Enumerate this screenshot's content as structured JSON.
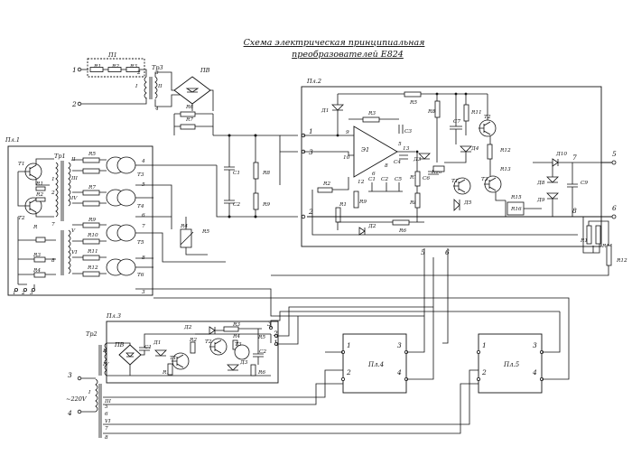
{
  "title": {
    "line1": "Схема электрическая принципиальная",
    "line2": "преобразователей Е824"
  },
  "blocks": {
    "pa1": "Пл.1",
    "pa2": "Пл.2",
    "pa3": "Пл.3",
    "pa4": "Пл.4",
    "pa5": "Пл.5"
  },
  "components": {
    "p1": "П1",
    "r1a": "R1",
    "r2a": "R2",
    "r3a": "R3",
    "tr3": "Тр3",
    "pv_top": "ПВ",
    "r6a": "R6",
    "r7a": "R7",
    "c1a": "C1",
    "c2a": "C2",
    "r8a": "R8",
    "r9a": "R9",
    "tr1": "Тр1",
    "t1": "T1",
    "t2": "T2",
    "t3": "T3",
    "t4": "T4",
    "t5": "T5",
    "t6": "T6",
    "r1b": "R1",
    "r2b": "R2",
    "r3b": "R3",
    "r4b": "R4",
    "r5b": "R5",
    "r7b": "R7",
    "r9b": "R9",
    "r10b": "R10",
    "r11b": "R11",
    "r12b": "R12",
    "r4c": "R4",
    "r5c": "R5",
    "ra": "R",
    "d1": "Д1",
    "r3p": "R3",
    "r5p": "R5",
    "r8p": "R8",
    "c7p": "C7",
    "t2p": "T2",
    "r11p": "R11",
    "e1": "Э1",
    "c3p": "C3",
    "c4p": "C4",
    "d3p": "Д3",
    "d4p": "Д4",
    "r12p": "R12",
    "r13p": "R13",
    "t1p": "T1",
    "t3p": "T3",
    "d5p": "Д5",
    "c6p": "C6",
    "r10p": "R10",
    "r7p": "R7",
    "r6p": "R6",
    "d2p": "Д2",
    "c1p": "C1",
    "c2p": "C2",
    "c5p": "C5",
    "r2p": "R2",
    "r1p": "R1",
    "r9p": "R9",
    "r15p": "R15",
    "r16p": "R16",
    "d10": "Д10",
    "d8": "Д8",
    "d9": "Д9",
    "c9": "C9",
    "r10x": "R10",
    "r11x": "R11",
    "r12x": "R12",
    "tr2": "Тр2",
    "pv3": "ПВ",
    "c1_3": "C1",
    "d1_3": "Д1",
    "r2_3": "R2",
    "d2_3": "Д2",
    "r3_3": "R3",
    "t2_3": "T2",
    "t1_3": "T1",
    "r4_3": "R4",
    "t3_3": "T3",
    "c2_3": "C2",
    "r1_3": "R1",
    "d3_3": "Д3",
    "r5_3": "R5",
    "r6_3": "R6",
    "mains": "~220V"
  }
}
